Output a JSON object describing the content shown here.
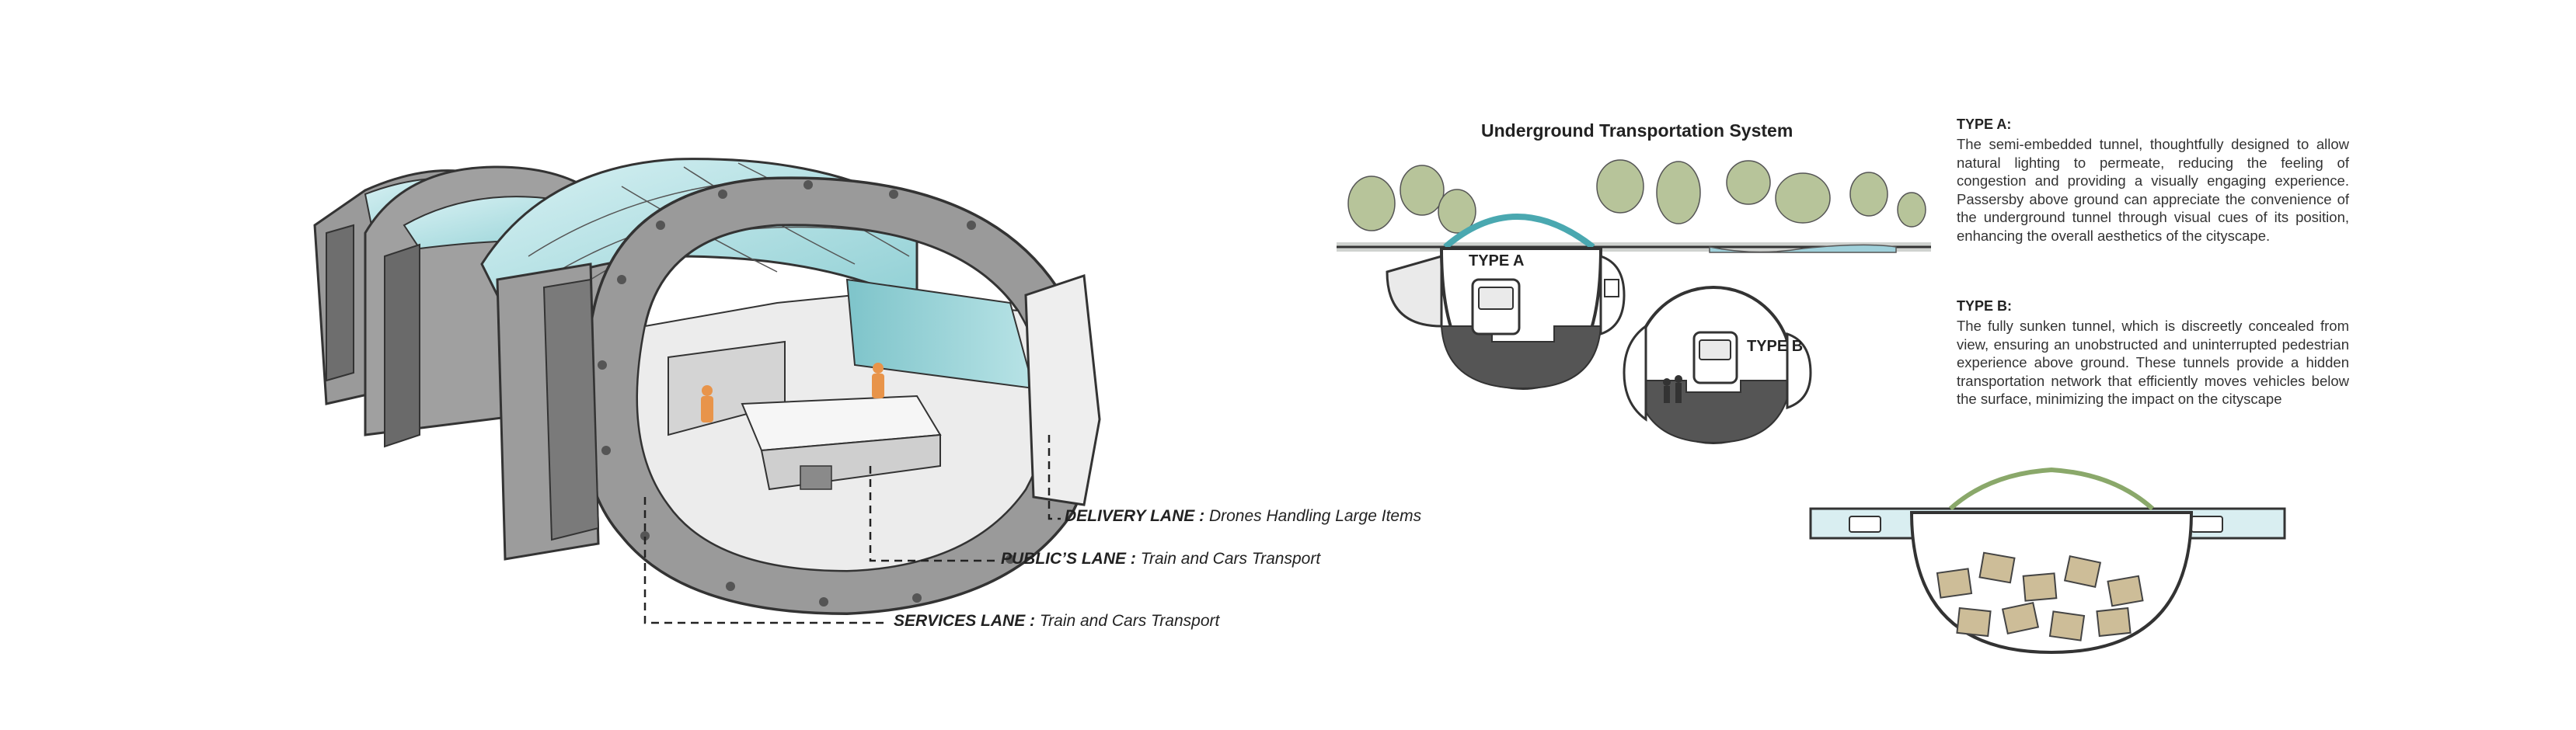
{
  "title": "Underground Transportation System",
  "lanes": [
    {
      "name": "DELIVERY LANE",
      "separator": " : ",
      "description": "Drones Handling Large Items"
    },
    {
      "name": "PUBLIC’S LANE",
      "separator": " : ",
      "description": "Train and Cars Transport"
    },
    {
      "name": "SERVICES LANE",
      "separator": " : ",
      "description": "Train and Cars Transport"
    }
  ],
  "sections": {
    "type_a_tag": "TYPE A",
    "type_b_tag": "TYPE B"
  },
  "descriptions": {
    "type_a": {
      "heading": "TYPE A:",
      "text": "The semi-embedded tunnel, thoughtfully designed to allow natural lighting to permeate, reducing the feeling of congestion and providing a visually engaging experience. Passersby above ground can appreciate the convenience of the underground tunnel through visual cues of its position, enhancing the overall aesthetics of the cityscape."
    },
    "type_b": {
      "heading": "TYPE B:",
      "text": "The fully sunken tunnel, which is discreetly concealed from view, ensuring an unobstructed and uninterrupted pedestrian experience above ground. These tunnels provide a hidden transportation network that efficiently moves vehicles below the surface, minimizing the impact on the cityscape"
    }
  },
  "colors": {
    "glass": "#bfe6ea",
    "glass_dark": "#7fc9cf",
    "steel": "#8e8e8e",
    "steel_light": "#bdbdbd",
    "tree": "#b7c49a",
    "person": "#e8944a",
    "stone": "#cdbd98",
    "ground": "#555555"
  }
}
